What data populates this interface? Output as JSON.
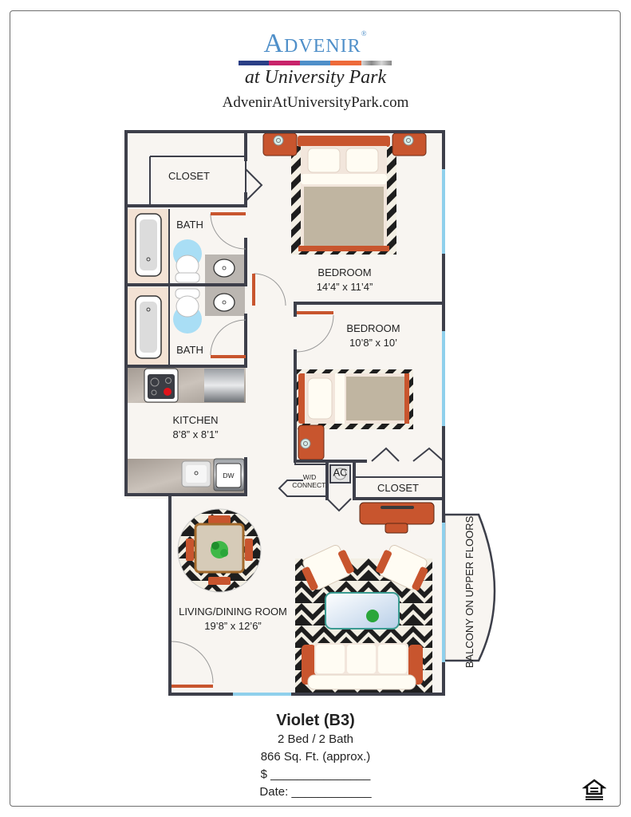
{
  "brand": {
    "name": "Advenir",
    "registered_mark": "®",
    "subtitle": "at University Park",
    "website": "AdvenirAtUniversityPark.com",
    "bar_colors": [
      "#2b3f86",
      "#c8236a",
      "#4f8fc9",
      "#ee6a3a",
      "#b8b8b8"
    ]
  },
  "rooms": {
    "closet_top": "CLOSET",
    "bath_1": "BATH",
    "bath_2": "BATH",
    "bedroom_1": {
      "name": "BEDROOM",
      "size": "14’4” x 11’4”"
    },
    "bedroom_2": {
      "name": "BEDROOM",
      "size": "10’8” x 10’"
    },
    "kitchen": {
      "name": "KITCHEN",
      "size": "8’8” x 8’1”"
    },
    "living": {
      "name": "LIVING/DINING ROOM",
      "size": "19’8” x 12’6”"
    },
    "closet_mid": "CLOSET",
    "wd": [
      "W/D",
      "CONNECT."
    ],
    "ac": "AC",
    "dw": "DW",
    "balcony": "BALCONY ON UPPER FLOORS"
  },
  "colors": {
    "wall": "#3d3f4a",
    "floor": "#f8f5f1",
    "accent_orange": "#c8552e",
    "window_blue": "#8fd0ec",
    "tub_bg": "#f3e2d4",
    "rug_light": "#f3efe4"
  },
  "footer": {
    "plan_name": "Violet (B3)",
    "beds_baths": "2 Bed / 2 Bath",
    "sqft": "866 Sq. Ft. (approx.)",
    "price_label": "$ _______________",
    "date_label": "Date: ____________"
  },
  "icons": {
    "equal_housing": "equal-housing-opportunity-icon"
  }
}
